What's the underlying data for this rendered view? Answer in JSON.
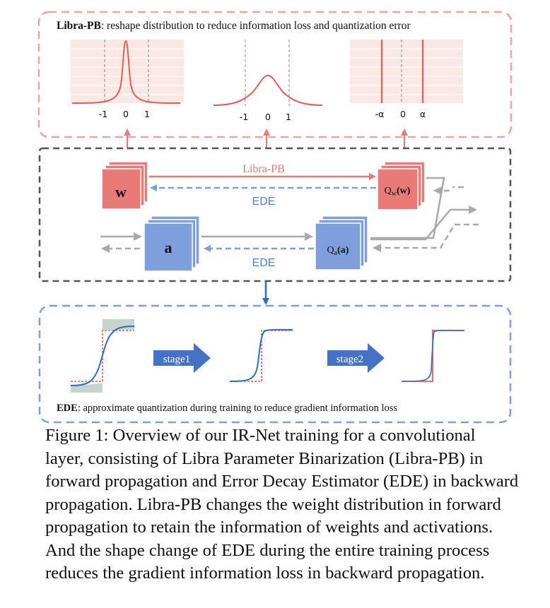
{
  "libra_box": {
    "title_bold": "Libra-PB",
    "title_rest": ": reshape distribution to reduce information loss and quantization error",
    "plot1_ticks": [
      "-1",
      "0",
      "1"
    ],
    "plot2_ticks": [
      "-1",
      "0",
      "1"
    ],
    "plot3_ticks": [
      "-α",
      "0",
      "α"
    ]
  },
  "conv_box": {
    "w_label": "w",
    "a_label": "a",
    "qw_label": "Q",
    "qw_sub": "w",
    "qw_arg": "(w)",
    "qa_label": "Q",
    "qa_sub": "a",
    "qa_arg": "(a)",
    "libra_arrow_label": "Libra-PB",
    "ede_top_label": "EDE",
    "ede_bottom_label": "EDE"
  },
  "ede_box": {
    "stage1_label": "stage1",
    "stage2_label": "stage2",
    "footer_bold": "EDE",
    "footer_rest": ":  approximate quantization during training to reduce gradient information loss"
  },
  "colors": {
    "red": "#e87a78",
    "red_dash": "#f0a3a1",
    "blue": "#7f9fdc",
    "blue_text": "#4f82c8",
    "gray": "#a9a9a9",
    "dark_dash": "#555555",
    "blue_arrow": "#4472c4"
  },
  "caption": {
    "lines": [
      "Figure 1:  Overview of our IR-Net training for a convolutional",
      "layer, consisting of Libra Parameter Binarization (Libra-PB) in",
      "forward propagation and Error Decay Estimator (EDE) in backward",
      "propagation. Libra-PB changes the weight distribution in forward",
      "propagation to retain the information of weights and activations.",
      "And the shape change of EDE during the entire training process",
      "reduces the gradient information loss in backward propagation."
    ]
  }
}
